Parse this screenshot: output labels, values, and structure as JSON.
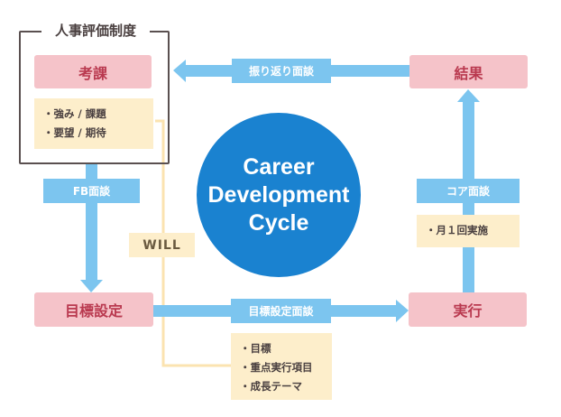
{
  "frame": {
    "title": "人事評価制度"
  },
  "nodes": {
    "kouka": "考課",
    "kekka": "結果",
    "mokuhyo": "目標設定",
    "jikko": "実行"
  },
  "circle": {
    "lines": [
      "Career",
      "Development",
      "Cycle"
    ]
  },
  "connectors": {
    "furikaeri": "振り返り面談",
    "fb": "FB面談",
    "core": "コア面談",
    "mokuhyo_mendan": "目標設定面談"
  },
  "notes": {
    "kouka": [
      "・強み / 課題",
      "・要望 / 期待"
    ],
    "core": [
      "・月１回実施"
    ],
    "mokuhyo": [
      "・目標",
      "・重点実行項目",
      "・成長テーマ"
    ]
  },
  "will": "WILL",
  "colors": {
    "pink": "#f5c3c9",
    "pink_text": "#b9394f",
    "blue": "#7cc5ef",
    "circle": "#1a82d0",
    "note": "#fdeecb"
  }
}
